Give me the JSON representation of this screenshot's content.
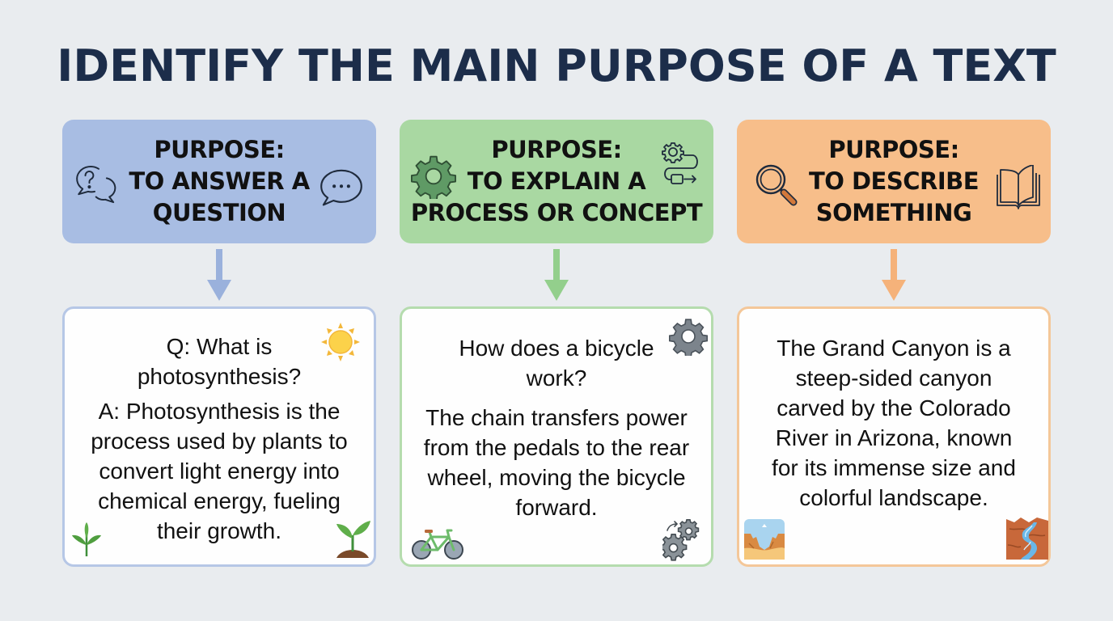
{
  "title": "IDENTIFY THE MAIN PURPOSE OF A TEXT",
  "colors": {
    "background": "#e9ecef",
    "title": "#1c2d4a",
    "blue": "#a8bde3",
    "green": "#a9d8a2",
    "orange": "#f7be8a"
  },
  "columns": [
    {
      "header": {
        "line1": "PURPOSE:",
        "line2": "TO ANSWER A",
        "line3": "QUESTION",
        "left_icon": "question-speech-bubbles-icon",
        "right_icon": "ellipsis-speech-bubble-icon"
      },
      "card": {
        "paragraph1": "Q: What is photosynthesis?",
        "paragraph2": "A: Photosynthesis is the process used by plants to convert light energy into chemical energy, fueling their growth.",
        "icons": [
          "sun-icon",
          "sprout-icon",
          "seedling-in-soil-icon"
        ]
      }
    },
    {
      "header": {
        "line1": "PURPOSE:",
        "line2": "TO EXPLAIN A",
        "line3": "PROCESS OR CONCEPT",
        "left_icon": "gear-icon",
        "right_icon": "process-flow-icon"
      },
      "card": {
        "paragraph1": "How does a bicycle work?",
        "paragraph2": "The chain transfers power from the pedals to the rear wheel, moving the bicycle forward.",
        "icons": [
          "gear-icon",
          "bicycle-icon",
          "rotating-gears-icon"
        ]
      }
    },
    {
      "header": {
        "line1": "PURPOSE:",
        "line2": "TO DESCRIBE",
        "line3": "SOMETHING",
        "left_icon": "magnifying-glass-icon",
        "right_icon": "open-book-icon"
      },
      "card": {
        "paragraph1": "The Grand Canyon is a steep-sided canyon carved by the Colorado River in Arizona, known for its immense size and colorful landscape.",
        "icons": [
          "desert-canyon-icon",
          "river-canyon-icon"
        ]
      }
    }
  ]
}
